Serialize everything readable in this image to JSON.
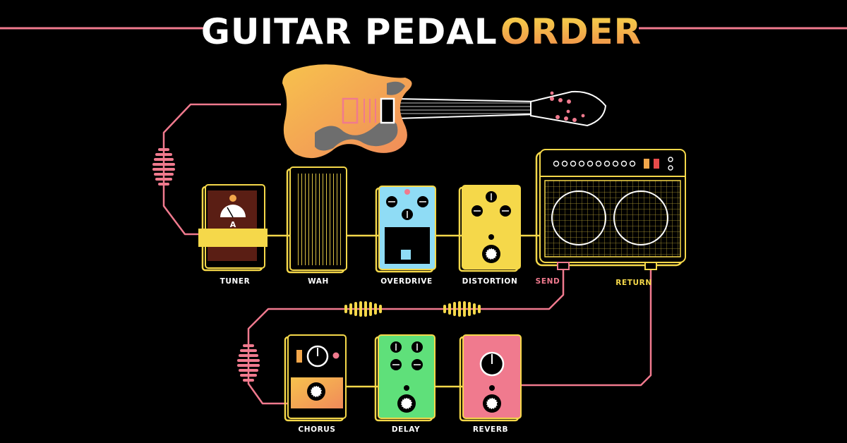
{
  "title": {
    "part1": "GUITAR PEDAL",
    "part2": "ORDER"
  },
  "colors": {
    "background": "#000000",
    "yellow": "#f5d84a",
    "pink": "#f07a8e",
    "orange": "#f2a64a",
    "cyan": "#8fdcf5",
    "green": "#5fe07a",
    "white": "#ffffff",
    "brown": "#5a1e14"
  },
  "labels": {
    "tuner": "TUNER",
    "wah": "WAH",
    "overdrive": "OVERDRIVE",
    "distortion": "DISTORTION",
    "send": "SEND",
    "return": "RETURN",
    "chorus": "CHORUS",
    "delay": "DELAY",
    "reverb": "REVERB"
  },
  "tuner_note": "A"
}
